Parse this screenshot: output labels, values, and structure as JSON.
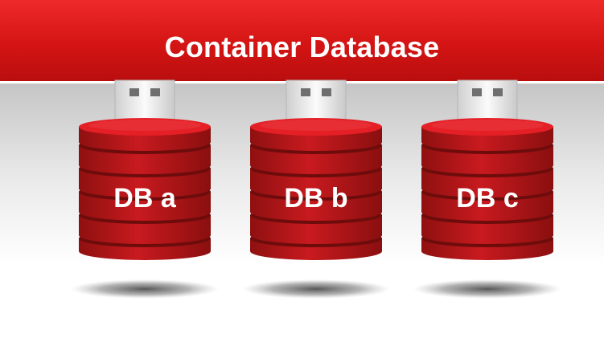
{
  "banner": {
    "title": "Container Database"
  },
  "databases": [
    {
      "label": "DB a"
    },
    {
      "label": "DB b"
    },
    {
      "label": "DB c"
    }
  ],
  "colors": {
    "banner_red": "#d41414",
    "disk_top": "#e41f26",
    "disk_side": "#a31313",
    "disk_gap": "#6e0c0c",
    "plug_metal": "#e8e8e8",
    "plug_hole": "#6f6f6f",
    "label_text": "#ffffff"
  }
}
